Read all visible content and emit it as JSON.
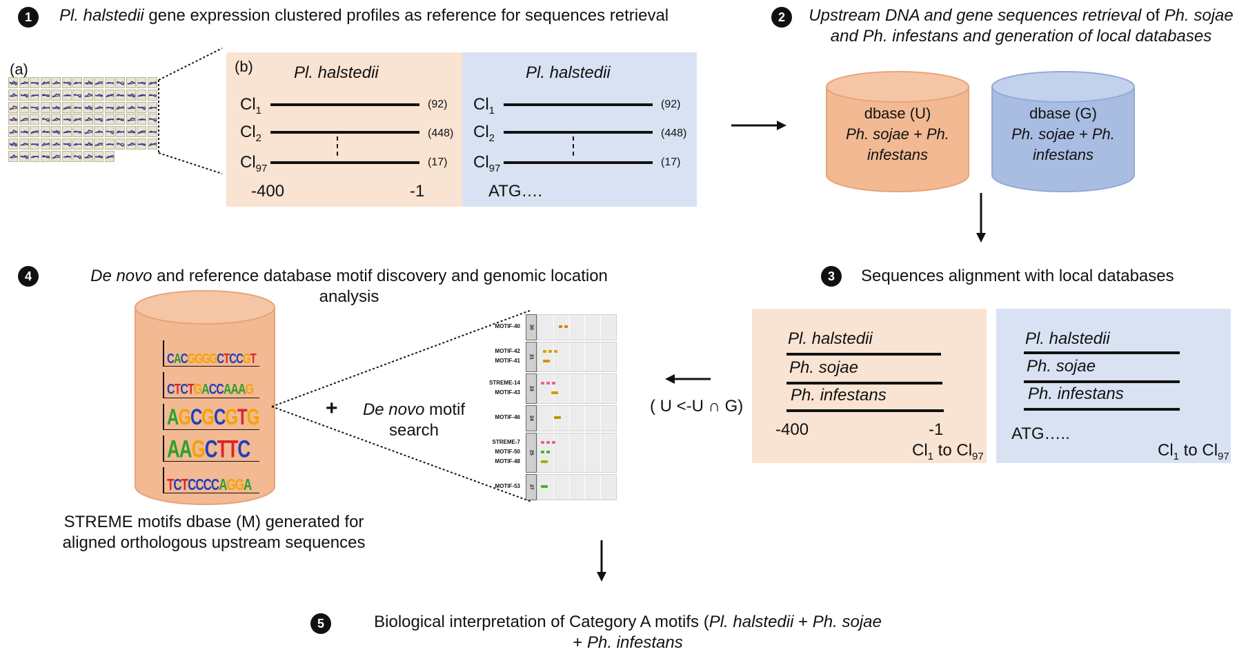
{
  "steps": {
    "s1": {
      "num": "1",
      "title_italic": "Pl. halstedii",
      "title_rest": " gene expression clustered profiles as reference for sequences retrieval"
    },
    "s2": {
      "num": "2",
      "title_part1": "Upstream DNA and gene sequences retrieval",
      "title_part2": " of ",
      "title_part3": "Ph. sojae and Ph. infestans and generation of local databases"
    },
    "s3": {
      "num": "3",
      "title": "Sequences alignment with local databases"
    },
    "s4": {
      "num": "4",
      "title_italic": "De novo",
      "title_rest": " and reference database motif discovery and genomic location analysis"
    },
    "s5": {
      "num": "5",
      "title_a": "Biological interpretation of Category A motifs (",
      "title_b": "Pl. halstedii",
      "title_c": " + ",
      "title_d": "Ph. sojae",
      "title_e": " + ",
      "title_f": "Ph. infestans"
    }
  },
  "panel_a": {
    "label": "(a)"
  },
  "panel_b": {
    "label": "(b)",
    "left": {
      "species": "Pl. halstedii",
      "start": "-400",
      "end": "-1"
    },
    "right": {
      "species": "Pl. halstedii",
      "start": "ATG…."
    },
    "clusters": [
      {
        "name": "Cl",
        "sub": "1",
        "count": "(92)"
      },
      {
        "name": "Cl",
        "sub": "2",
        "count": "(448)"
      },
      {
        "name": "Cl",
        "sub": "97",
        "count": "(17)"
      }
    ]
  },
  "databases": {
    "u": {
      "title": "dbase (U)",
      "species_a": "Ph. sojae + Ph.",
      "species_b": "infestans",
      "color": "#f2b993"
    },
    "g": {
      "title": "dbase (G)",
      "species_a": "Ph. sojae + Ph.",
      "species_b": "infestans",
      "color": "#a9bde2"
    }
  },
  "alignment": {
    "left": {
      "species": [
        "Pl. halstedii",
        "Ph. sojae",
        "Ph. infestans"
      ],
      "start": "-400",
      "end": "-1",
      "range_a": "Cl",
      "range_a_sub": "1",
      "range_to": " to Cl",
      "range_b_sub": "97"
    },
    "right": {
      "species": [
        "Pl. halstedii",
        "Ph. sojae",
        "Ph. infestans"
      ],
      "start": "ATG…..",
      "range_a": "Cl",
      "range_a_sub": "1",
      "range_to": " to Cl",
      "range_b_sub": "97"
    }
  },
  "set_op": "( U <-U ∩ G)",
  "motif_db": {
    "logos": [
      "CACGGGGCTCCGT",
      "CTCTGACCAAAG",
      "AGCGCGTG",
      "AAGCTTC",
      "TCTCCCCAGGA"
    ],
    "caption_line1": "STREME motifs dbase (M) generated for",
    "caption_line2": "aligned orthologous upstream sequences",
    "color": "#f2b993"
  },
  "denovo": {
    "plus": "+",
    "italic": "De novo",
    "rest": " motif",
    "line2": "search"
  },
  "motif_tracks": [
    {
      "id": "20",
      "motifs": [
        {
          "name": "MOTIF-40",
          "color": "#e07b00",
          "dashes": 2,
          "x": 0.28
        }
      ]
    },
    {
      "id": "21",
      "motifs": [
        {
          "name": "MOTIF-42",
          "color": "#e09a00",
          "dashes": 3,
          "x": 0.08
        },
        {
          "name": "MOTIF-41",
          "color": "#e08a00",
          "dashes": 1,
          "x": 0.08
        }
      ]
    },
    {
      "id": "23",
      "motifs": [
        {
          "name": "STREME-14",
          "color": "#ee5c9a",
          "dashes": 3,
          "x": 0.05
        },
        {
          "name": "MOTIF-43",
          "color": "#c9a000",
          "dashes": 1,
          "x": 0.18
        }
      ]
    },
    {
      "id": "24",
      "motifs": [
        {
          "name": "MOTIF-46",
          "color": "#b39b00",
          "dashes": 1,
          "x": 0.22
        }
      ]
    },
    {
      "id": "25",
      "motifs": [
        {
          "name": "STREME-7",
          "color": "#ee5c9a",
          "dashes": 3,
          "x": 0.05
        },
        {
          "name": "MOTIF-50",
          "color": "#4cae2c",
          "dashes": 2,
          "x": 0.05
        },
        {
          "name": "MOTIF-48",
          "color": "#93b500",
          "dashes": 1,
          "x": 0.05
        }
      ]
    },
    {
      "id": "27",
      "motifs": [
        {
          "name": "MOTIF-53",
          "color": "#4cae2c",
          "dashes": 1,
          "x": 0.05
        }
      ]
    }
  ]
}
